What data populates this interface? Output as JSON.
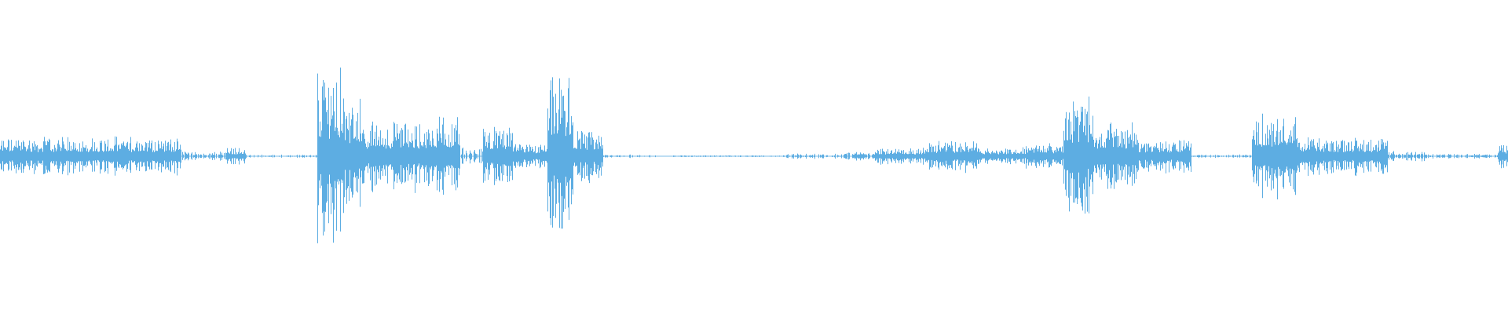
{
  "waveform": {
    "color": "#5dade2",
    "background": "#ffffff",
    "baseline_visible": true,
    "segments": [
      {
        "start": 0.0,
        "end": 0.12,
        "level": 0.22,
        "density": 1.0
      },
      {
        "start": 0.12,
        "end": 0.15,
        "level": 0.05,
        "density": 0.6
      },
      {
        "start": 0.15,
        "end": 0.163,
        "level": 0.1,
        "density": 1.0
      },
      {
        "start": 0.163,
        "end": 0.21,
        "level": 0.02,
        "density": 0.5
      },
      {
        "start": 0.21,
        "end": 0.228,
        "level": 1.0,
        "density": 1.0
      },
      {
        "start": 0.228,
        "end": 0.24,
        "level": 0.65,
        "density": 1.0
      },
      {
        "start": 0.24,
        "end": 0.278,
        "level": 0.4,
        "density": 1.0
      },
      {
        "start": 0.278,
        "end": 0.305,
        "level": 0.45,
        "density": 1.0
      },
      {
        "start": 0.305,
        "end": 0.32,
        "level": 0.1,
        "density": 0.8
      },
      {
        "start": 0.32,
        "end": 0.34,
        "level": 0.36,
        "density": 1.0
      },
      {
        "start": 0.34,
        "end": 0.363,
        "level": 0.15,
        "density": 1.0
      },
      {
        "start": 0.363,
        "end": 0.38,
        "level": 0.95,
        "density": 1.0
      },
      {
        "start": 0.38,
        "end": 0.4,
        "level": 0.3,
        "density": 1.0
      },
      {
        "start": 0.4,
        "end": 0.45,
        "level": 0.02,
        "density": 0.3
      },
      {
        "start": 0.45,
        "end": 0.52,
        "level": 0.01,
        "density": 0.4
      },
      {
        "start": 0.52,
        "end": 0.56,
        "level": 0.03,
        "density": 0.6
      },
      {
        "start": 0.56,
        "end": 0.58,
        "level": 0.05,
        "density": 0.8
      },
      {
        "start": 0.58,
        "end": 0.615,
        "level": 0.1,
        "density": 1.0
      },
      {
        "start": 0.615,
        "end": 0.65,
        "level": 0.18,
        "density": 1.0
      },
      {
        "start": 0.65,
        "end": 0.68,
        "level": 0.1,
        "density": 1.0
      },
      {
        "start": 0.68,
        "end": 0.705,
        "level": 0.15,
        "density": 1.0
      },
      {
        "start": 0.705,
        "end": 0.725,
        "level": 0.7,
        "density": 1.0
      },
      {
        "start": 0.725,
        "end": 0.755,
        "level": 0.4,
        "density": 1.0
      },
      {
        "start": 0.755,
        "end": 0.79,
        "level": 0.2,
        "density": 1.0
      },
      {
        "start": 0.79,
        "end": 0.83,
        "level": 0.02,
        "density": 0.5
      },
      {
        "start": 0.83,
        "end": 0.86,
        "level": 0.5,
        "density": 1.0
      },
      {
        "start": 0.86,
        "end": 0.92,
        "level": 0.22,
        "density": 1.0
      },
      {
        "start": 0.92,
        "end": 0.945,
        "level": 0.06,
        "density": 0.8
      },
      {
        "start": 0.945,
        "end": 0.993,
        "level": 0.03,
        "density": 0.6
      },
      {
        "start": 0.993,
        "end": 1.0,
        "level": 0.15,
        "density": 1.0
      }
    ]
  }
}
